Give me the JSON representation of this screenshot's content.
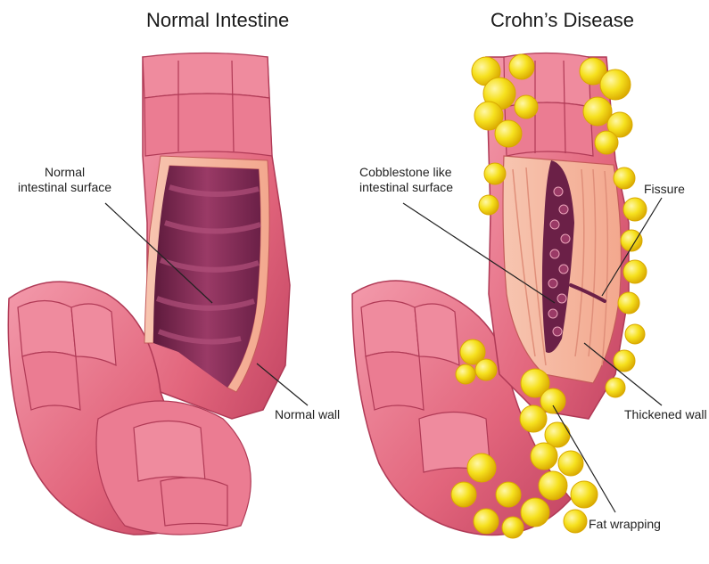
{
  "panels": {
    "left": {
      "title": "Normal Intestine",
      "labels": {
        "surface": [
          "Normal",
          "intestinal surface"
        ],
        "wall": "Normal wall"
      }
    },
    "right": {
      "title": "Crohn’s Disease",
      "labels": {
        "surface": [
          "Cobblestone like",
          "intestinal surface"
        ],
        "fissure": "Fissure",
        "wall": "Thickened wall",
        "fat": "Fat wrapping"
      }
    }
  },
  "colors": {
    "tissue": "#e2657c",
    "tissue_light": "#f08ea0",
    "lumen": "#8a2b55",
    "wall": "#f6b39a",
    "fat": "#f3df1c",
    "fat_edge": "#d9a800"
  }
}
